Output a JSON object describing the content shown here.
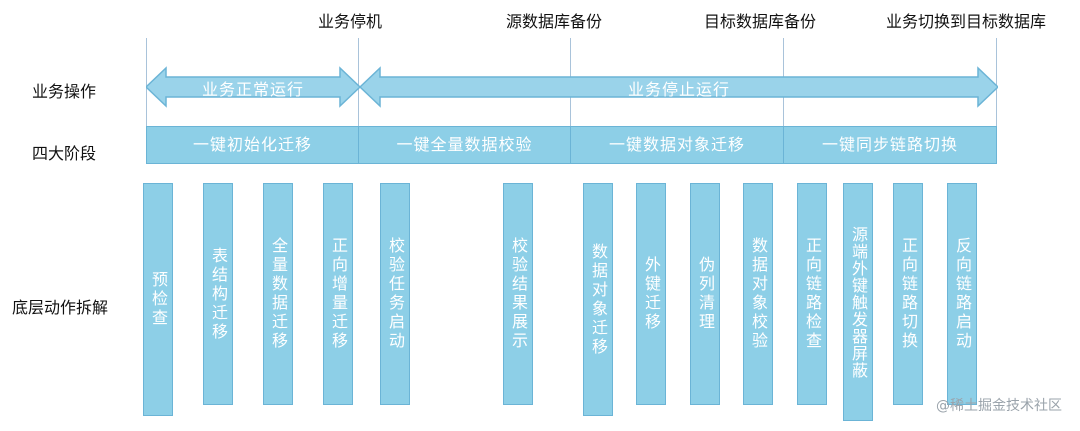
{
  "milestones": [
    "业务停机",
    "源数据库备份",
    "目标数据库备份",
    "业务切换到目标数据库"
  ],
  "row_labels": {
    "operations": "业务操作",
    "phases": "四大阶段",
    "actions": "底层动作拆解"
  },
  "operations": [
    "业务正常运行",
    "业务停止运行"
  ],
  "phases": [
    "一键初始化迁移",
    "一键全量数据校验",
    "一键数据对象迁移",
    "一键同步链路切换"
  ],
  "actions": [
    "预检查",
    "表结构迁移",
    "全量数据迁移",
    "正向增量迁移",
    "校验任务启动",
    "校验结果展示",
    "数据对象迁移",
    "外键迁移",
    "伪列清理",
    "数据对象校验",
    "正向链路检查",
    "源端外键触发器屏蔽",
    "正向链路切换",
    "反向链路启动"
  ],
  "watermark": "@稀土掘金技术社区",
  "colors": {
    "box_fill": "#8dcfe7",
    "box_border": "#6bb4d6",
    "arrow_fill": "#9ad3ea"
  }
}
